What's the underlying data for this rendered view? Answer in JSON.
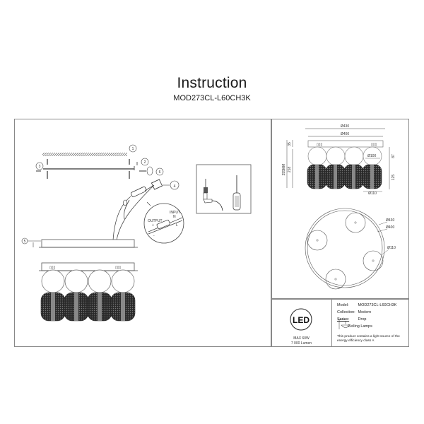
{
  "header": {
    "title": "Instruction",
    "model_code": "MOD273CL-L60CH3K"
  },
  "installation_steps": {
    "callouts": [
      "1",
      "2",
      "3",
      "4",
      "5",
      "6"
    ],
    "driver_detail": {
      "output_label": "OUTPUT",
      "output_plus": "+",
      "output_minus": "-",
      "input_label": "INPUT",
      "input_n": "N",
      "input_l": "L"
    },
    "tools": [
      "drill-icon",
      "screwdriver-icon"
    ]
  },
  "side_view_dimensions": {
    "outer_diameter": "Ø430",
    "base_diameter": "Ø400",
    "globe_diameter": "Ø100",
    "shade_diameter": "Ø110",
    "total_height": "255MM",
    "base_height": "35",
    "body_height": "218",
    "globe_height": "87",
    "shade_height": "125"
  },
  "top_view_dimensions": {
    "outer_diameter": "Ø430",
    "base_diameter": "Ø400",
    "shade_diameter": "Ø110"
  },
  "led_badge": {
    "label": "LED",
    "max_power": "MAX 60W",
    "lumen": "7 000 Lumen"
  },
  "specs": {
    "model_label": "Model:",
    "model_value": "MOD273CL-L60CH3K",
    "collection_label": "Collection:",
    "collection_value": "Modern",
    "series_label": "Series:",
    "series_value": "Drop",
    "type_value": "Ceiling Lamps",
    "energy_note": "This product contains a light source of the energy efficiency class A"
  }
}
